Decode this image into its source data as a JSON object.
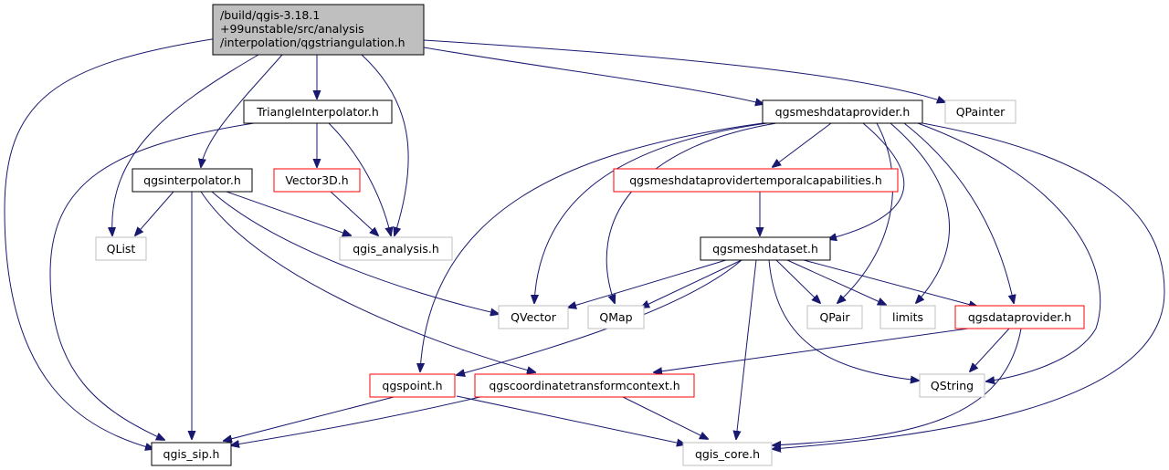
{
  "diagram": {
    "colors": {
      "edge": "#191970",
      "root_fill": "#bfbfbf",
      "root_border": "#000000",
      "documented_border": "#000000",
      "red_border": "#ff0000",
      "external_border": "#bfbfbf",
      "background": "#ffffff"
    },
    "nodes": [
      {
        "id": "root",
        "lines": [
          "/build/qgis-3.18.1",
          "+99unstable/src/analysis",
          "/interpolation/qgstriangulation.h"
        ],
        "style": "root"
      },
      {
        "id": "triangleinterpolator",
        "lines": [
          "TriangleInterpolator.h"
        ],
        "style": "documented"
      },
      {
        "id": "qgsmeshdataprovider",
        "lines": [
          "qgsmeshdataprovider.h"
        ],
        "style": "documented"
      },
      {
        "id": "qpainter",
        "lines": [
          "QPainter"
        ],
        "style": "external"
      },
      {
        "id": "qgsinterpolator",
        "lines": [
          "qgsinterpolator.h"
        ],
        "style": "documented"
      },
      {
        "id": "vector3d",
        "lines": [
          "Vector3D.h"
        ],
        "style": "red"
      },
      {
        "id": "qgsmeshdataprovidertemporalcapabilities",
        "lines": [
          "qgsmeshdataprovidertemporalcapabilities.h"
        ],
        "style": "red"
      },
      {
        "id": "qlist",
        "lines": [
          "QList"
        ],
        "style": "external"
      },
      {
        "id": "qgis_analysis",
        "lines": [
          "qgis_analysis.h"
        ],
        "style": "external"
      },
      {
        "id": "qgsmeshdataset",
        "lines": [
          "qgsmeshdataset.h"
        ],
        "style": "documented"
      },
      {
        "id": "qvector",
        "lines": [
          "QVector"
        ],
        "style": "external"
      },
      {
        "id": "qmap",
        "lines": [
          "QMap"
        ],
        "style": "external"
      },
      {
        "id": "qpair",
        "lines": [
          "QPair"
        ],
        "style": "external"
      },
      {
        "id": "limits",
        "lines": [
          "limits"
        ],
        "style": "external"
      },
      {
        "id": "qgsdataprovider",
        "lines": [
          "qgsdataprovider.h"
        ],
        "style": "red"
      },
      {
        "id": "qgspoint",
        "lines": [
          "qgspoint.h"
        ],
        "style": "red"
      },
      {
        "id": "qgscoordinatetransformcontext",
        "lines": [
          "qgscoordinatetransformcontext.h"
        ],
        "style": "red"
      },
      {
        "id": "qstring",
        "lines": [
          "QString"
        ],
        "style": "external"
      },
      {
        "id": "qgis_sip",
        "lines": [
          "qgis_sip.h"
        ],
        "style": "documented"
      },
      {
        "id": "qgis_core",
        "lines": [
          "qgis_core.h"
        ],
        "style": "external"
      }
    ]
  }
}
